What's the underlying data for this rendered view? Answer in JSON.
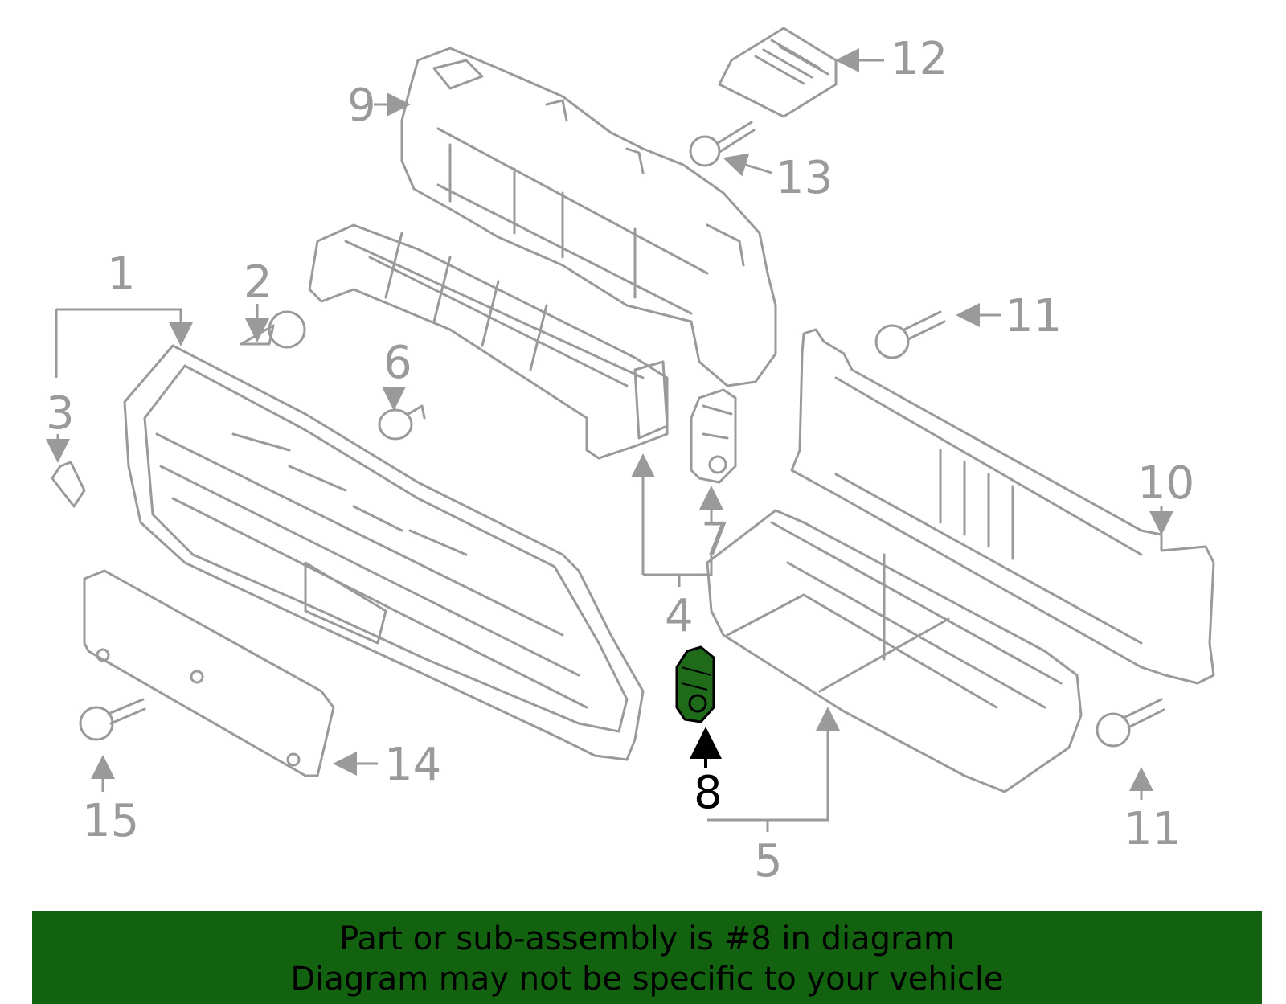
{
  "callouts": {
    "c1": "1",
    "c2": "2",
    "c3": "3",
    "c4": "4",
    "c5": "5",
    "c6": "6",
    "c7": "7",
    "c8": "8",
    "c9": "9",
    "c10": "10",
    "c11a": "11",
    "c11b": "11",
    "c12": "12",
    "c13": "13",
    "c14": "14",
    "c15": "15"
  },
  "highlight": {
    "part": "8",
    "color": "#1f6b1a"
  },
  "banner": {
    "line1": "Part or sub-assembly is #8 in diagram",
    "line2": "Diagram may not be specific to your vehicle",
    "background": "#126210"
  }
}
